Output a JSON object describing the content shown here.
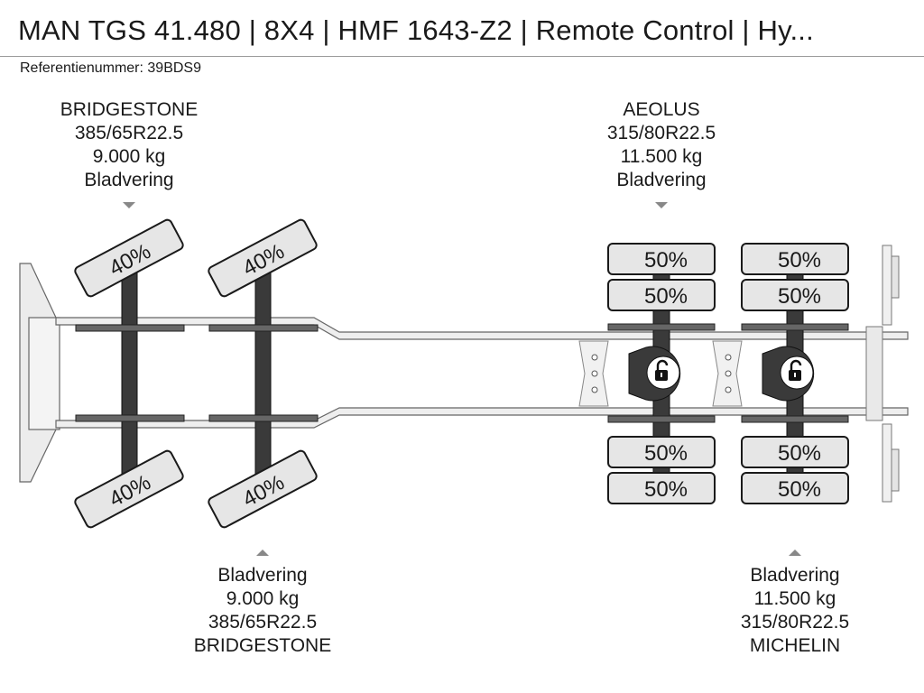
{
  "title": "MAN TGS 41.480 | 8X4 | HMF 1643-Z2 | Remote Control | Hy...",
  "reference": "Referentienummer: 39BDS9",
  "axles": {
    "front1_top": {
      "brand": "BRIDGESTONE",
      "size": "385/65R22.5",
      "load": "9.000 kg",
      "suspension": "Bladvering"
    },
    "rear1_top": {
      "brand": "AEOLUS",
      "size": "315/80R22.5",
      "load": "11.500 kg",
      "suspension": "Bladvering"
    },
    "front2_bottom": {
      "suspension": "Bladvering",
      "load": "9.000 kg",
      "size": "385/65R22.5",
      "brand": "BRIDGESTONE"
    },
    "rear2_bottom": {
      "suspension": "Bladvering",
      "load": "11.500 kg",
      "size": "315/80R22.5",
      "brand": "MICHELIN"
    }
  },
  "tires": {
    "front1_top": "40%",
    "front2_top": "40%",
    "front1_bottom": "40%",
    "front2_bottom": "40%",
    "rear1_top_outer": "50%",
    "rear1_top_inner": "50%",
    "rear1_bottom_inner": "50%",
    "rear1_bottom_outer": "50%",
    "rear2_top_outer": "50%",
    "rear2_top_inner": "50%",
    "rear2_bottom_inner": "50%",
    "rear2_bottom_outer": "50%"
  },
  "colors": {
    "tire_fill": "#e6e6e6",
    "axle": "#3a3a3a",
    "frame": "#e8e8e8",
    "outline": "#1a1a1a"
  },
  "icons": {
    "differential_lock": "unlocked-padlock-icon"
  }
}
